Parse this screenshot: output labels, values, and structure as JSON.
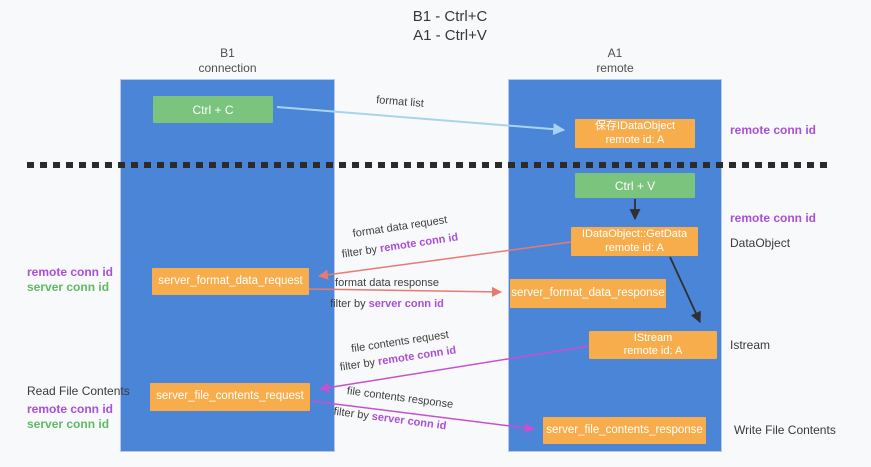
{
  "title": {
    "line1": "B1 - Ctrl+C",
    "line2": "A1 - Ctrl+V"
  },
  "lifelines": {
    "b1": {
      "name": "B1",
      "role": "connection"
    },
    "a1": {
      "name": "A1",
      "role": "remote"
    }
  },
  "nodes": {
    "ctrl_c": {
      "label": "Ctrl + C"
    },
    "ctrl_v": {
      "label": "Ctrl + V"
    },
    "save_idataobject": {
      "line1": "保存IDataObject",
      "line2": "remote id: A"
    },
    "idataobject_getdata": {
      "line1": "IDataObject::GetData",
      "line2": "remote id: A"
    },
    "istream": {
      "line1": "IStream",
      "line2": "remote id: A"
    },
    "server_format_data_request": {
      "label": "server_format_data_request"
    },
    "server_format_data_response": {
      "label": "server_format_data_response"
    },
    "server_file_contents_request": {
      "label": "server_file_contents_request"
    },
    "server_file_contents_response": {
      "label": "server_file_contents_response"
    }
  },
  "edges": {
    "format_list": "format list",
    "format_data_request": "format data request",
    "format_data_response": "format data response",
    "file_contents_request": "file contents request",
    "file_contents_response": "file contents response",
    "filter_by": "filter by"
  },
  "terms": {
    "remote_conn_id": "remote conn id",
    "server_conn_id": "server conn id"
  },
  "side_labels": {
    "read_file_contents": "Read File Contents",
    "dataobject": "DataObject",
    "istream": "Istream",
    "write_file_contents": "Write File Contents"
  },
  "colors": {
    "background": "#f8f9fa",
    "lifeline_blue": "#4a85d8",
    "node_green": "#7ac47d",
    "node_orange": "#f8ad4c",
    "arrow_blue": "#a8d3f0",
    "arrow_red": "#e97a72",
    "arrow_magenta": "#c94fd0",
    "arrow_black": "#303030",
    "dashed_line": "#2b2b2b",
    "term_purple": "#ab4fd6",
    "term_green": "#5eba64"
  }
}
